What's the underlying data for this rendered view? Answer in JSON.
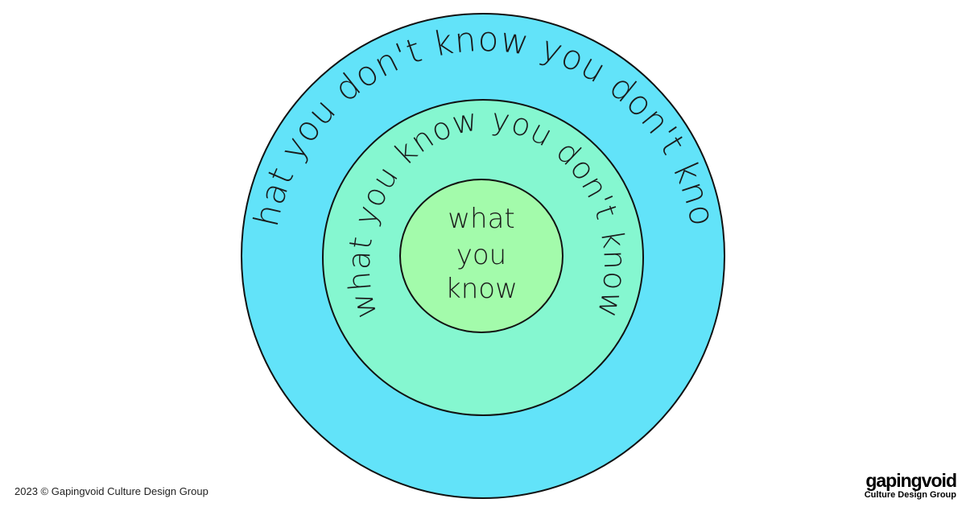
{
  "diagram": {
    "outer_label": "what you don't know you don't know",
    "middle_label": "what you know you don't know",
    "inner_label_lines": [
      "what",
      "you",
      "know"
    ],
    "colors": {
      "outer": "#62e3f9",
      "middle": "#85f7d0",
      "inner": "#a3fbab",
      "stroke": "#111111"
    }
  },
  "footer": {
    "copyright": "2023 © Gapingvoid Culture Design Group",
    "brand_name": "gapingvoid",
    "brand_tagline": "Culture Design Group"
  }
}
